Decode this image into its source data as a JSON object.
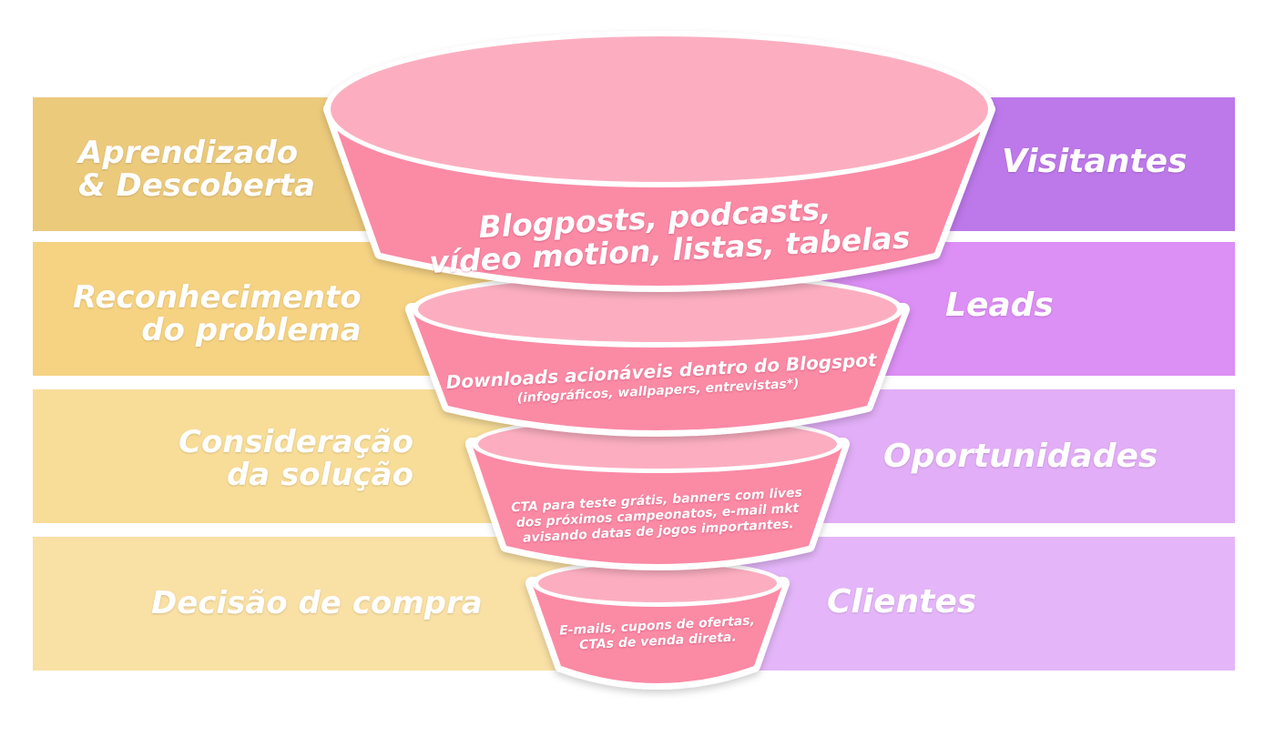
{
  "stages": [
    {
      "lines": [
        "Aprendizado",
        "& Descoberta"
      ]
    },
    {
      "lines": [
        "Reconhecimento",
        "do problema"
      ]
    },
    {
      "lines": [
        "Consideração",
        "da solução"
      ]
    },
    {
      "lines": [
        "Decisão de compra"
      ]
    }
  ],
  "audiences": [
    "Visitantes",
    "Leads",
    "Oportunidades",
    "Clientes"
  ],
  "funnel": [
    {
      "lines": [
        "Blogposts, podcasts,",
        "vídeo motion, listas, tabelas"
      ]
    },
    {
      "lines": [
        "Downloads acionáveis dentro do Blogspot",
        "(infográficos, wallpapers, entrevistas*)"
      ]
    },
    {
      "lines": [
        "CTA para teste grátis, banners com lives",
        "dos próximos campeonatos, e-mail mkt",
        "avisando datas de jogos importantes."
      ]
    },
    {
      "lines": [
        "E-mails, cupons de ofertas,",
        "CTAs de venda direta."
      ]
    }
  ],
  "colors": {
    "funnel_top": "#fcaec0",
    "funnel_body": "#fb8aa5",
    "outline": "#ffffff"
  }
}
